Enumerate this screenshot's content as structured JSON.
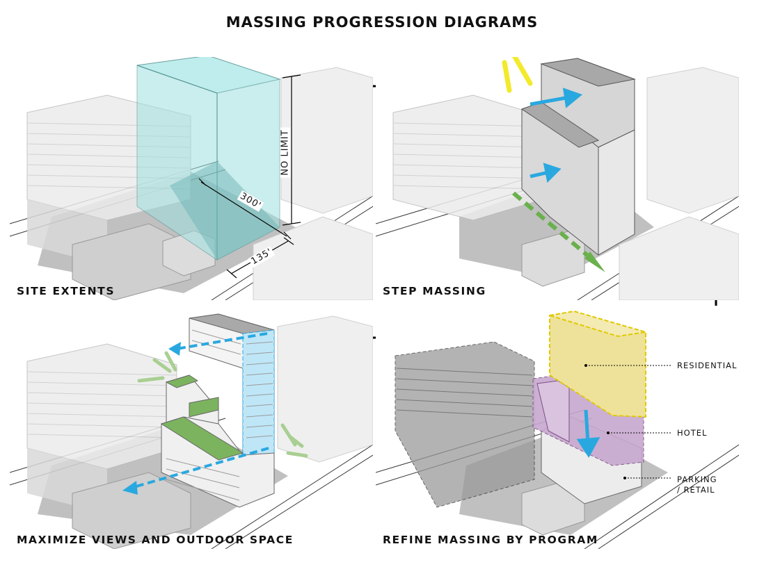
{
  "title": "MASSING PROGRESSION DIAGRAMS",
  "panels": {
    "site": {
      "caption": "SITE EXTENTS",
      "dims": {
        "height": "NO LIMIT",
        "length": "300'",
        "width": "135'"
      }
    },
    "step": {
      "caption": "STEP MASSING"
    },
    "views": {
      "caption": "MAXIMIZE VIEWS AND OUTDOOR SPACE"
    },
    "program": {
      "caption": "REFINE MASSING BY PROGRAM",
      "labels": {
        "residential": "RESIDENTIAL",
        "hotel": "HOTEL",
        "parking_line1": "PARKING",
        "parking_line2": "/ RETAIL"
      }
    }
  },
  "colors": {
    "envelope": "#9fe0e0",
    "sun": "#f2ea2a",
    "wind_arrow": "#29a8e0",
    "path_arrow": "#6ab04c",
    "green_roof": "#7cb35f",
    "residential": "#eee29a",
    "hotel": "#c7a8cf"
  },
  "icons": [
    "arrow-right-icon",
    "arrow-down-icon",
    "arrow-left-icon",
    "sun-rays-icon"
  ]
}
